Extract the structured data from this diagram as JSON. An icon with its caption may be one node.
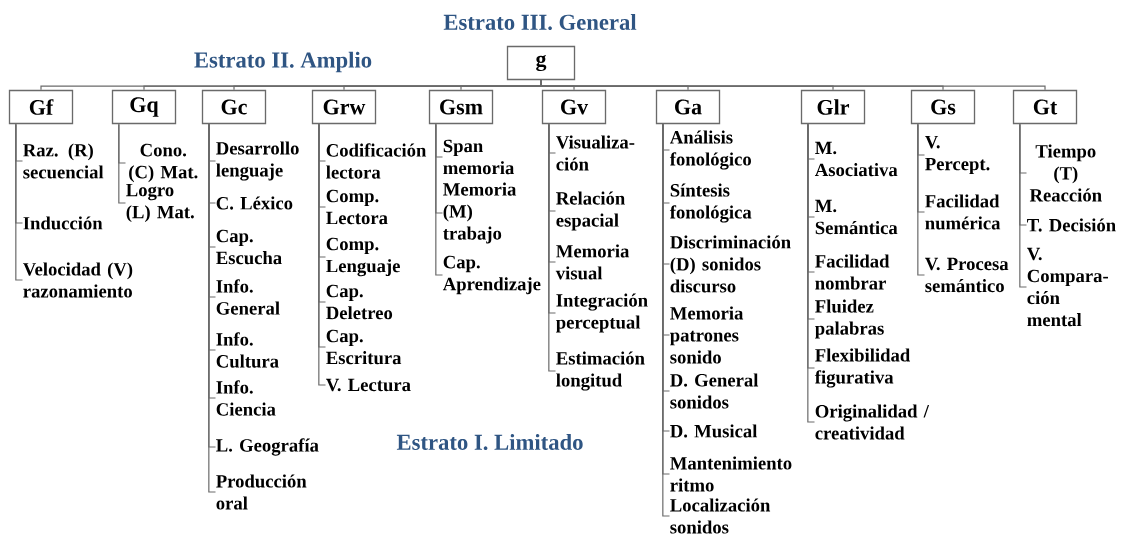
{
  "diagram": {
    "nodes": [
      {
        "text": [
          "g"
        ]
      },
      {
        "text": [
          "Gf"
        ]
      },
      {
        "text": [
          "Gq"
        ]
      },
      {
        "text": [
          "Gc"
        ]
      },
      {
        "text": [
          "Grw"
        ]
      },
      {
        "text": [
          "Gsm"
        ]
      },
      {
        "text": [
          "Gv"
        ]
      },
      {
        "text": [
          "Ga"
        ]
      },
      {
        "text": [
          "Glr"
        ]
      },
      {
        "text": [
          "Gs"
        ]
      },
      {
        "text": [
          "Gt"
        ]
      },
      {
        "text": [
          "Raz. (R) secuencial"
        ]
      },
      {
        "text": [
          "Inducción"
        ]
      },
      {
        "text": [
          "Velocidad (V) razonamiento"
        ]
      },
      {
        "text": [
          "Cono. (C) Mat."
        ]
      },
      {
        "text": [
          "Logro (L) Mat."
        ]
      },
      {
        "text": [
          "Desarrollo lenguaje"
        ]
      },
      {
        "text": [
          "C. Léxico"
        ]
      },
      {
        "text": [
          "Cap. Escucha"
        ]
      },
      {
        "text": [
          "Info. General"
        ]
      },
      {
        "text": [
          "Info. Cultura"
        ]
      },
      {
        "text": [
          "Info. Ciencia"
        ]
      },
      {
        "text": [
          "L. Geografía"
        ]
      },
      {
        "text": [
          "Producción oral"
        ]
      },
      {
        "text": [
          "Codificación lectora"
        ]
      },
      {
        "text": [
          "Comp. Lectora"
        ]
      },
      {
        "text": [
          "Comp. Lenguaje"
        ]
      },
      {
        "text": [
          "Cap. Deletreo"
        ]
      },
      {
        "text": [
          "Cap. Escritura"
        ]
      },
      {
        "text": [
          "V. Lectura"
        ]
      },
      {
        "text": [
          "Span memoria"
        ]
      },
      {
        "text": [
          "Memoria (M) trabajo"
        ]
      },
      {
        "text": [
          "Cap. Aprendizaje"
        ]
      },
      {
        "text": [
          "Visualiza- ción"
        ]
      },
      {
        "text": [
          "Relación espacial"
        ]
      },
      {
        "text": [
          "Memoria visual"
        ]
      },
      {
        "text": [
          "Integración perceptual"
        ]
      },
      {
        "text": [
          "Estimación longitud"
        ]
      },
      {
        "text": [
          "Análisis fonológico"
        ]
      },
      {
        "text": [
          "Síntesis fonológica"
        ]
      },
      {
        "text": [
          "Discriminación (D) sonidos discurso"
        ]
      },
      {
        "text": [
          "Memoria patrones sonido"
        ]
      },
      {
        "text": [
          "D. General sonidos"
        ]
      },
      {
        "text": [
          "D. Musical"
        ]
      },
      {
        "text": [
          "Mantenimiento ritmo"
        ]
      },
      {
        "text": [
          "Localización sonidos"
        ]
      },
      {
        "text": [
          "M. Asociativa"
        ]
      },
      {
        "text": [
          "M. Semántica"
        ]
      },
      {
        "text": [
          "Facilidad nombrar"
        ]
      },
      {
        "text": [
          "Fluidez palabras"
        ]
      },
      {
        "text": [
          "Flexibilidad figurativa"
        ]
      },
      {
        "text": [
          "Originalidad / creatividad"
        ]
      },
      {
        "text": [
          "V. Percept."
        ]
      },
      {
        "text": [
          "Facilidad numérica"
        ]
      },
      {
        "text": [
          "V. Procesa semántico"
        ]
      },
      {
        "text": [
          "Tiempo (T) Reacción"
        ]
      },
      {
        "text": [
          "T. Decisión"
        ]
      },
      {
        "text": [
          "V. Compara- ción mental"
        ]
      }
    ],
    "edges": [
      {
        "from": 0,
        "to": 1,
        "arrow": "none"
      },
      {
        "from": 0,
        "to": 2,
        "arrow": "none"
      },
      {
        "from": 0,
        "to": 3,
        "arrow": "none"
      },
      {
        "from": 0,
        "to": 4,
        "arrow": "none"
      },
      {
        "from": 0,
        "to": 5,
        "arrow": "none"
      },
      {
        "from": 0,
        "to": 6,
        "arrow": "none"
      },
      {
        "from": 0,
        "to": 7,
        "arrow": "none"
      },
      {
        "from": 0,
        "to": 8,
        "arrow": "none"
      },
      {
        "from": 0,
        "to": 9,
        "arrow": "none"
      },
      {
        "from": 0,
        "to": 10,
        "arrow": "none"
      },
      {
        "from": 1,
        "to": 11,
        "arrow": "none"
      },
      {
        "from": 1,
        "to": 12,
        "arrow": "none"
      },
      {
        "from": 1,
        "to": 13,
        "arrow": "none"
      },
      {
        "from": 2,
        "to": 14,
        "arrow": "none"
      },
      {
        "from": 2,
        "to": 15,
        "arrow": "none"
      },
      {
        "from": 3,
        "to": 16,
        "arrow": "none"
      },
      {
        "from": 3,
        "to": 17,
        "arrow": "none"
      },
      {
        "from": 3,
        "to": 18,
        "arrow": "none"
      },
      {
        "from": 3,
        "to": 19,
        "arrow": "none"
      },
      {
        "from": 3,
        "to": 20,
        "arrow": "none"
      },
      {
        "from": 3,
        "to": 21,
        "arrow": "none"
      },
      {
        "from": 3,
        "to": 22,
        "arrow": "none"
      },
      {
        "from": 3,
        "to": 23,
        "arrow": "none"
      },
      {
        "from": 4,
        "to": 24,
        "arrow": "none"
      },
      {
        "from": 4,
        "to": 25,
        "arrow": "none"
      },
      {
        "from": 4,
        "to": 26,
        "arrow": "none"
      },
      {
        "from": 4,
        "to": 27,
        "arrow": "none"
      },
      {
        "from": 4,
        "to": 28,
        "arrow": "none"
      },
      {
        "from": 4,
        "to": 29,
        "arrow": "none"
      },
      {
        "from": 5,
        "to": 30,
        "arrow": "none"
      },
      {
        "from": 5,
        "to": 31,
        "arrow": "none"
      },
      {
        "from": 5,
        "to": 32,
        "arrow": "none"
      },
      {
        "from": 6,
        "to": 33,
        "arrow": "none"
      },
      {
        "from": 6,
        "to": 34,
        "arrow": "none"
      },
      {
        "from": 6,
        "to": 35,
        "arrow": "none"
      },
      {
        "from": 6,
        "to": 36,
        "arrow": "none"
      },
      {
        "from": 6,
        "to": 37,
        "arrow": "none"
      },
      {
        "from": 7,
        "to": 38,
        "arrow": "none"
      },
      {
        "from": 7,
        "to": 39,
        "arrow": "none"
      },
      {
        "from": 7,
        "to": 40,
        "arrow": "none"
      },
      {
        "from": 7,
        "to": 41,
        "arrow": "none"
      },
      {
        "from": 7,
        "to": 42,
        "arrow": "none"
      },
      {
        "from": 7,
        "to": 43,
        "arrow": "none"
      },
      {
        "from": 7,
        "to": 44,
        "arrow": "none"
      },
      {
        "from": 7,
        "to": 45,
        "arrow": "none"
      },
      {
        "from": 8,
        "to": 46,
        "arrow": "none"
      },
      {
        "from": 8,
        "to": 47,
        "arrow": "none"
      },
      {
        "from": 8,
        "to": 48,
        "arrow": "none"
      },
      {
        "from": 8,
        "to": 49,
        "arrow": "none"
      },
      {
        "from": 8,
        "to": 50,
        "arrow": "none"
      },
      {
        "from": 8,
        "to": 51,
        "arrow": "none"
      },
      {
        "from": 9,
        "to": 52,
        "arrow": "none"
      },
      {
        "from": 9,
        "to": 53,
        "arrow": "none"
      },
      {
        "from": 9,
        "to": 54,
        "arrow": "none"
      },
      {
        "from": 10,
        "to": 55,
        "arrow": "none"
      },
      {
        "from": 10,
        "to": 56,
        "arrow": "none"
      },
      {
        "from": 10,
        "to": 57,
        "arrow": "none"
      }
    ],
    "labels": [
      "Estrato III. General",
      "Estrato II. Amplio",
      "Estrato I. Limitado"
    ]
  }
}
